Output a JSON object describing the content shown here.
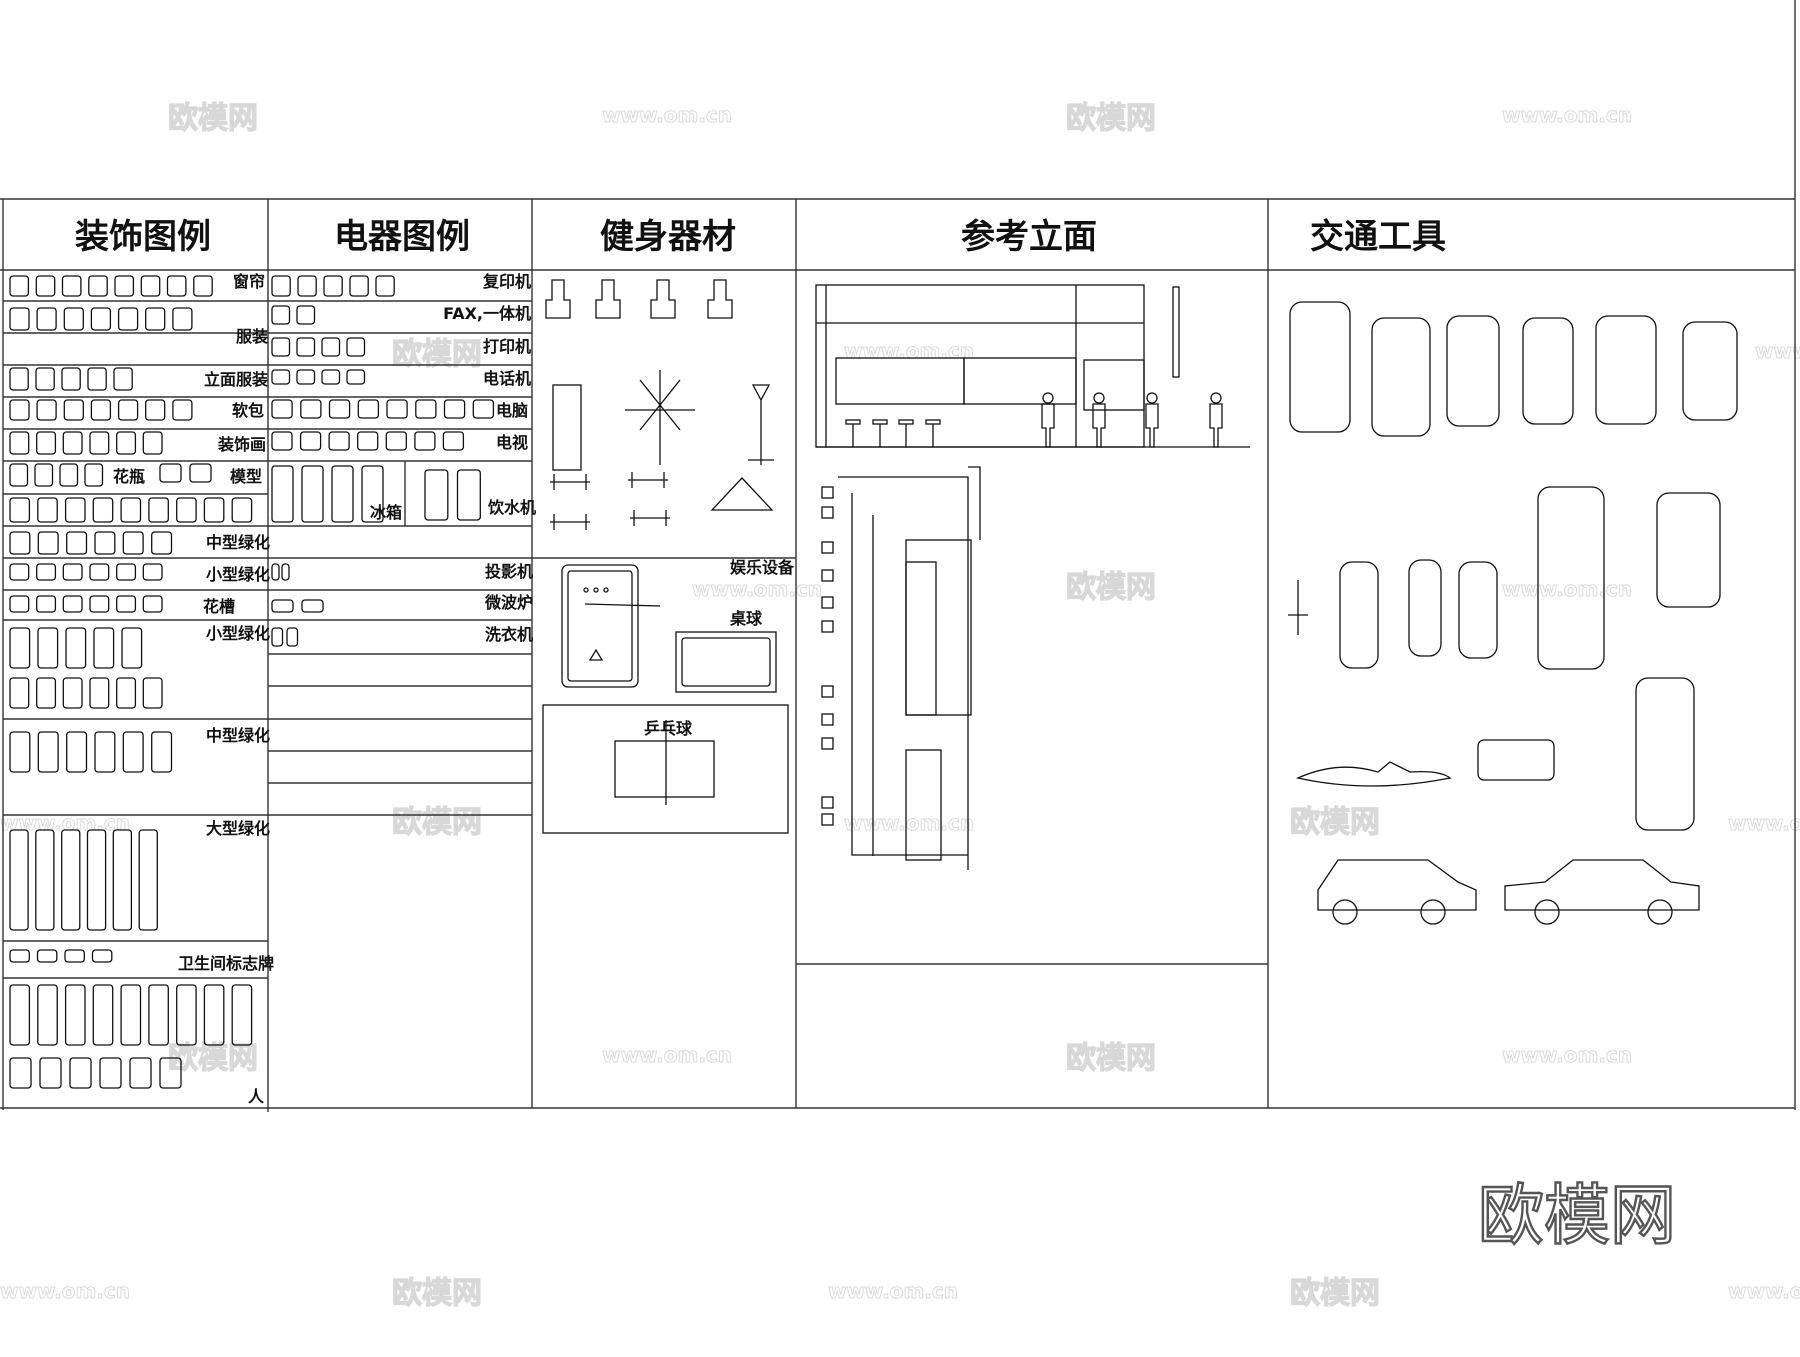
{
  "sections": {
    "decor": {
      "title": "装饰图例",
      "labels": [
        "窗帘",
        "服装",
        "立面服装",
        "软包",
        "装饰画",
        "花瓶",
        "模型",
        "中型绿化",
        "小型绿化",
        "花槽",
        "小型绿化",
        "中型绿化",
        "大型绿化",
        "卫生间标志牌",
        "人"
      ]
    },
    "electric": {
      "title": "电器图例",
      "labels": [
        "复印机",
        "FAX,一体机",
        "打印机",
        "电话机",
        "电脑",
        "电视",
        "冰箱",
        "饮水机",
        "投影机",
        "微波炉",
        "洗衣机"
      ]
    },
    "fitness": {
      "title": "健身器材",
      "labels": [
        "娱乐设备",
        "桌球",
        "乒乓球"
      ]
    },
    "elevation": {
      "title": "参考立面"
    },
    "vehicles": {
      "title": "交通工具"
    }
  },
  "watermark": {
    "logo": "欧模网",
    "url": "www.om.cn"
  },
  "colors": {
    "line": "#333333",
    "ink": "#111111",
    "watermark": "#d8d8d8"
  }
}
